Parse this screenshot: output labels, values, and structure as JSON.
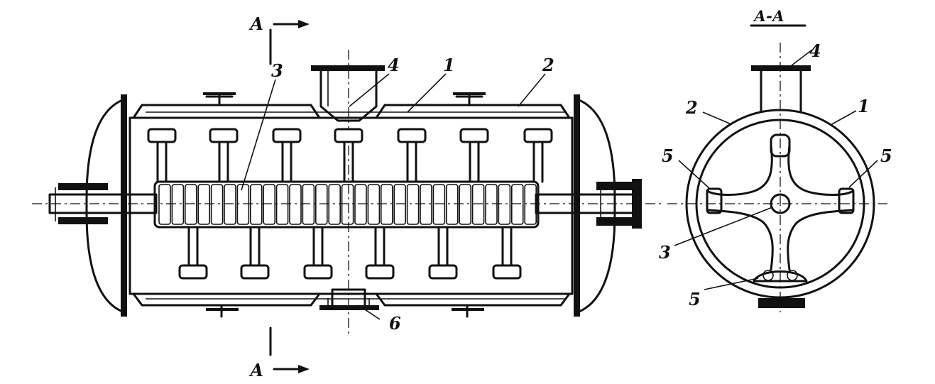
{
  "section_title": "А-А",
  "cut_marks": {
    "top": "А",
    "bottom": "А"
  },
  "side_view_labels": {
    "n1": "1",
    "n2": "2",
    "n3": "3",
    "n4": "4",
    "n6": "6"
  },
  "section_view_labels": {
    "n1": "1",
    "n2": "2",
    "n3": "3",
    "n4": "4",
    "n5a": "5",
    "n5b": "5",
    "n5c": "5"
  },
  "line_color": "#111111"
}
